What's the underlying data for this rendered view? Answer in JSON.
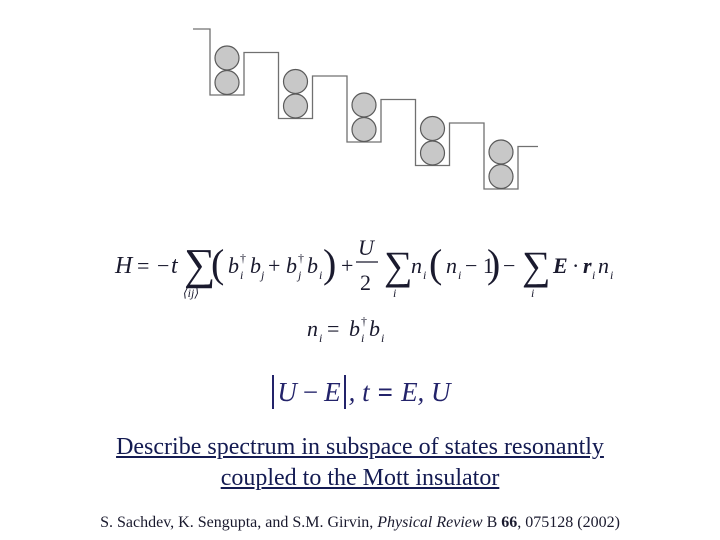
{
  "colors": {
    "step_line": "#707070",
    "ball_fill": "#c8c8c8",
    "ball_stroke": "#5a5a5a",
    "equation": "#1a1a2e",
    "condition": "#23236a",
    "caption": "#141b52"
  },
  "diagram": {
    "wells": 5,
    "particles_per_well": 2
  },
  "condition": {
    "left_a": "U",
    "minus": "−",
    "left_b": "E",
    "comma_t": ", t",
    "approx": "=",
    "right": "E, U"
  },
  "caption": {
    "line1": "Describe spectrum in subspace of states resonantly",
    "line2": "coupled to the Mott insulator"
  },
  "citation": {
    "authors": "S. Sachdev, K. Sengupta, and S.M. Girvin, ",
    "journal": "Physical Review",
    "series": " B ",
    "volume": "66",
    "rest": ", 075128 (2002)"
  }
}
